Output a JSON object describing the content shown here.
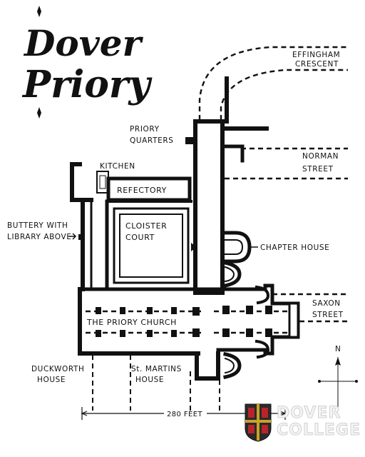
{
  "map": {
    "title_line1": "Dover",
    "title_line2": "Priory",
    "labels": {
      "effingham_1": "EFFINGHAM",
      "effingham_2": "CRESCENT",
      "priory_quarters_1": "PRIORY",
      "priory_quarters_2": "QUARTERS",
      "norman_1": "NORMAN",
      "norman_2": "STREET",
      "kitchen": "KITCHEN",
      "refectory": "REFECTORY",
      "buttery_1": "BUTTERY WITH",
      "buttery_2": "LIBRARY ABOVE",
      "cloister_1": "CLOISTER",
      "cloister_2": "COURT",
      "chapter_house": "CHAPTER HOUSE",
      "saxon_1": "SAXON",
      "saxon_2": "STREET",
      "priory_church": "THE PRIORY CHURCH",
      "duckworth_1": "DUCKWORTH",
      "duckworth_2": "HOUSE",
      "st_martins_1": "St. MARTINS",
      "st_martins_2": "HOUSE",
      "north": "N",
      "scale": "280 FEET"
    },
    "logo": {
      "line1": "DOVER",
      "line2": "COLLEGE"
    }
  }
}
